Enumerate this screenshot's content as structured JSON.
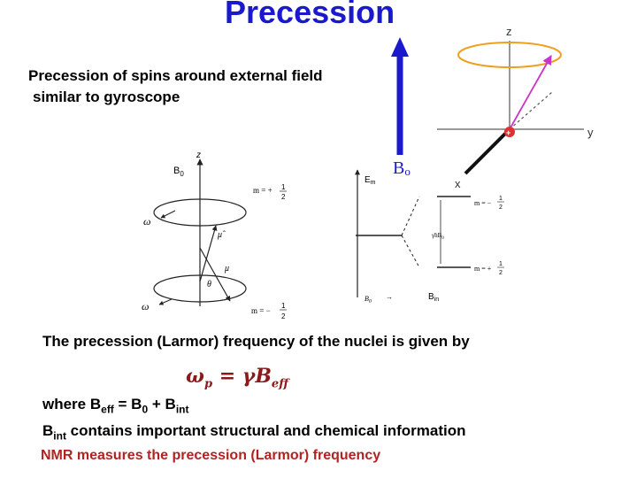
{
  "title": "Precession",
  "intro": {
    "line1": "Precession of spins around external field",
    "line2": "similar to gyroscope"
  },
  "gyro": {
    "z": "z",
    "y": "y",
    "x": "x",
    "field": "B",
    "field_sub": "o"
  },
  "spin_diagram": {
    "b0": "B",
    "b0_sub": "0",
    "z": "z",
    "m_plus": "m = +",
    "m_minus": "m = −",
    "frac_num": "1",
    "frac_den": "2",
    "omega_top": "ω",
    "omega_bottom": "ω",
    "mu_hat": "μ̂",
    "mu": "μ",
    "theta": "θ"
  },
  "energy_diagram": {
    "em": "E",
    "em_sub": "m",
    "m_minus": "m = −",
    "m_plus": "m = +",
    "frac_num": "1",
    "frac_den": "2",
    "gap": "γħB",
    "gap_sub": "0",
    "b0": "B",
    "b0_sub": "0",
    "b0_arrow": "→",
    "bin": "B",
    "bin_sub": "in"
  },
  "larmor_text": "The precession (Larmor) frequency of the nuclei is given by",
  "equation": {
    "omega": "ω",
    "p": "p",
    "rest": " = γB",
    "sub": "eff"
  },
  "where": {
    "a": "where B",
    "a_sub": "eff",
    "b": " = B",
    "b_sub": "0",
    "c": " + B",
    "c_sub": "int"
  },
  "bint": {
    "a": "B",
    "a_sub": "int",
    "b": " contains important structural and chemical information"
  },
  "nmr": "NMR measures the precession (Larmor) frequency",
  "colors": {
    "title": "#1a1acc",
    "field_arrow": "#1a1acc",
    "magnetization": "#cc33cc",
    "orbit": "#f0a020",
    "nucleus": "#e03030",
    "nmr_text": "#b22222"
  }
}
